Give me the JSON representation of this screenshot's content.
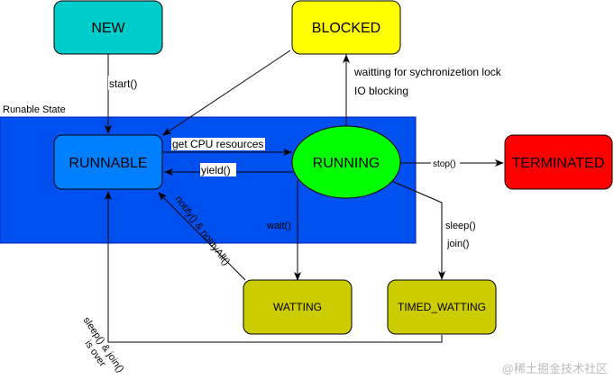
{
  "diagram": {
    "region_label": "Runable State",
    "nodes": {
      "new": "NEW",
      "blocked": "BLOCKED",
      "runnable": "RUNNABLE",
      "running": "RUNNING",
      "terminated": "TERMINATED",
      "watting": "WATTING",
      "timed_watting": "TIMED_WATTING"
    },
    "edges": {
      "start": "start()",
      "get_cpu": "get CPU resources",
      "yield": "yield()",
      "waitting_lock": "waitting for sychronizetion lock",
      "io_blocking": "IO blocking",
      "stop": "stop()",
      "wait": "wait()",
      "sleep": "sleep()",
      "join": "join()",
      "notify": "notify() & notifyAll()",
      "sleep_join_1": "sleep() & join()",
      "sleep_join_2": "is over"
    }
  },
  "watermark": "@稀土掘金技术社区",
  "colors": {
    "region": "#0050ef",
    "new": "#00cccc",
    "blocked": "#ffff00",
    "runnable": "#007fff",
    "running": "#00ff00",
    "terminated": "#ff0000",
    "waiting": "#cccc00"
  }
}
